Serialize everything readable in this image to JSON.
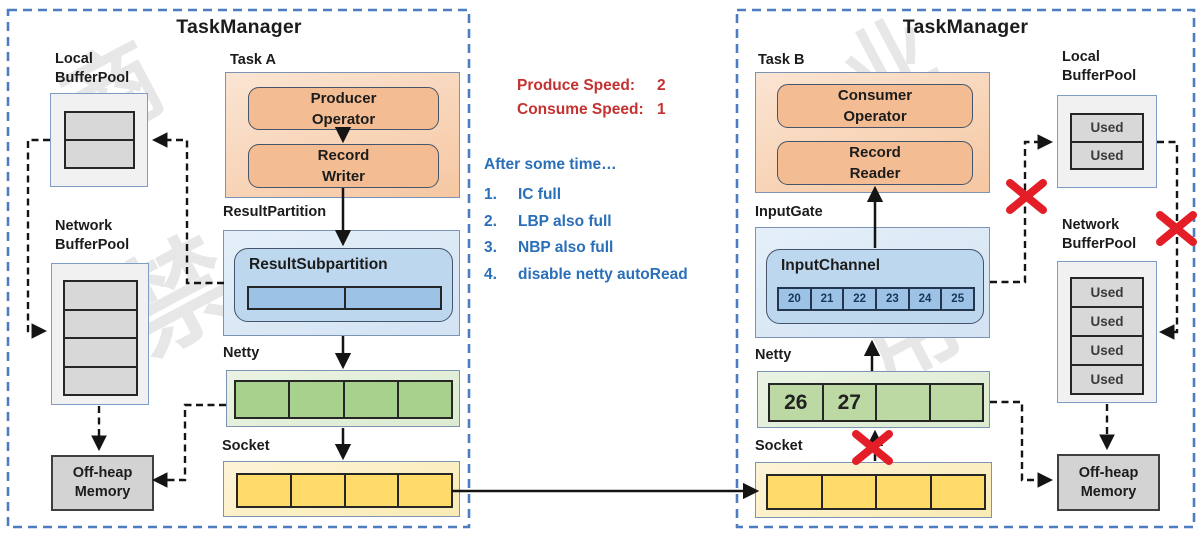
{
  "watermark": {
    "full_text": "禁止商业用途",
    "chars": [
      "商",
      "禁",
      "业",
      "用"
    ]
  },
  "colors": {
    "red_text": "#c43131",
    "blue_text": "#2a6fb8",
    "tm_border": "#4e7cc0",
    "blocked_x": "#e31e26",
    "orange_fill": "#f3bc92",
    "blue_cell": "#9cc2e5",
    "green_cell": "#a9d18e",
    "yellow_cell": "#ffdb69"
  },
  "speeds": {
    "produce_label": "Produce Speed:",
    "produce_value": "2",
    "consume_label": "Consume Speed:",
    "consume_value": "1"
  },
  "notes": {
    "title": "After some time…",
    "items": [
      {
        "num": "1.",
        "text": "IC  full"
      },
      {
        "num": "2.",
        "text": "LBP also full"
      },
      {
        "num": "3.",
        "text": "NBP also full"
      },
      {
        "num": "4.",
        "text": "disable netty autoRead"
      }
    ]
  },
  "left": {
    "title": "TaskManager",
    "local_bufferpool": {
      "label": "Local\nBufferPool"
    },
    "network_bufferpool": {
      "label": "Network\nBufferPool"
    },
    "offheap": {
      "label": "Off-heap\nMemory"
    },
    "task": {
      "label": "Task A",
      "producer": "Producer\nOperator",
      "record": "Record\nWriter"
    },
    "result_partition": {
      "label": "ResultPartition",
      "inner_label": "ResultSubpartition"
    },
    "netty": {
      "label": "Netty"
    },
    "socket": {
      "label": "Socket"
    }
  },
  "right": {
    "title": "TaskManager",
    "task": {
      "label": "Task B",
      "consumer": "Consumer\nOperator",
      "record": "Record\nReader"
    },
    "input_gate": {
      "label": "InputGate",
      "inner_label": "InputChannel",
      "cells": [
        "20",
        "21",
        "22",
        "23",
        "24",
        "25"
      ]
    },
    "netty": {
      "label": "Netty",
      "cells": [
        "26",
        "27",
        "",
        ""
      ]
    },
    "socket": {
      "label": "Socket"
    },
    "local_bufferpool": {
      "label": "Local\nBufferPool",
      "cells": [
        "Used",
        "Used"
      ]
    },
    "network_bufferpool": {
      "label": "Network\nBufferPool",
      "cells": [
        "Used",
        "Used",
        "Used",
        "Used"
      ]
    },
    "offheap": {
      "label": "Off-heap\nMemory"
    }
  }
}
